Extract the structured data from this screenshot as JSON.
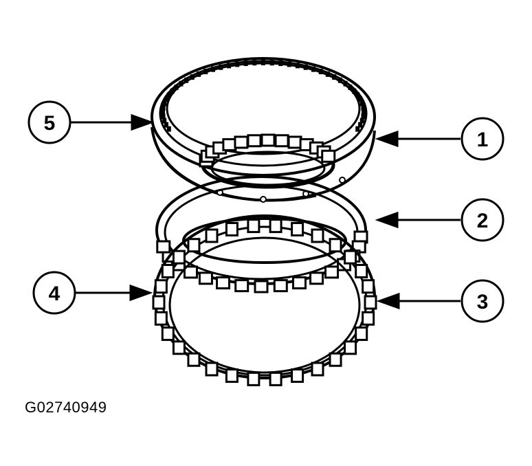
{
  "figure_id": "G02740949",
  "callouts": [
    {
      "label": "5"
    },
    {
      "label": "1"
    },
    {
      "label": "2"
    },
    {
      "label": "4"
    },
    {
      "label": "3"
    }
  ]
}
